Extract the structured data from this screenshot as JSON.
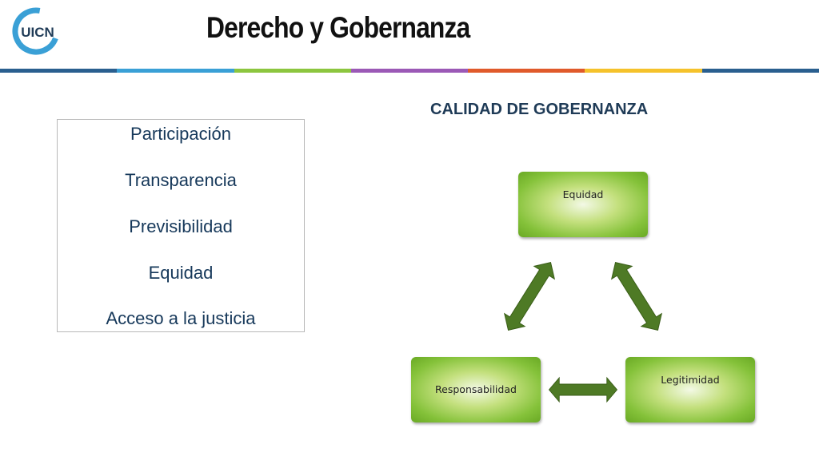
{
  "header": {
    "logo_text": "UICN",
    "title": "Derecho y Gobernanza",
    "bar_colors": [
      "#2a5f8f",
      "#3aa0d6",
      "#8cc63f",
      "#9b59b6",
      "#e05a2b",
      "#f5c22b",
      "#2a5f8f"
    ]
  },
  "section_heading": "CALIDAD DE GOBERNANZA",
  "principles": [
    "Participación",
    "Transparencia",
    "Previsibilidad",
    "Equidad",
    "Acceso a la justicia"
  ],
  "diagram": {
    "nodes": {
      "top": "Equidad",
      "bottom_left": "Responsabilidad",
      "bottom_right": "Legitimidad"
    },
    "arrow_color": "#4e7a25"
  }
}
